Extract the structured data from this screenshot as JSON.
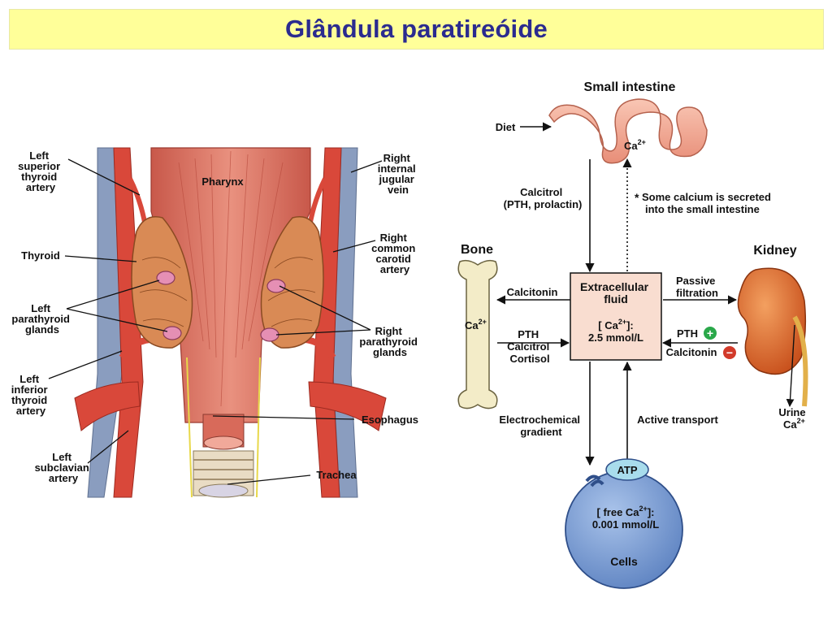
{
  "slide": {
    "title": "Glândula paratireóide"
  },
  "anatomy": {
    "pharynx": "Pharynx",
    "left_superior_thyroid_artery": [
      "Left",
      "superior",
      "thyroid",
      "artery"
    ],
    "thyroid": "Thyroid",
    "left_parathyroid_glands": [
      "Left",
      "parathyroid",
      "glands"
    ],
    "left_inferior_thyroid_artery": [
      "Left",
      "inferior",
      "thyroid",
      "artery"
    ],
    "left_subclavian_artery": [
      "Left",
      "subclavian",
      "artery"
    ],
    "right_internal_jugular_vein": [
      "Right",
      "internal",
      "jugular",
      "vein"
    ],
    "right_common_carotid_artery": [
      "Right",
      "common",
      "carotid",
      "artery"
    ],
    "right_parathyroid_glands": [
      "Right",
      "parathyroid",
      "glands"
    ],
    "esophagus": "Esophagus",
    "trachea": "Trachea"
  },
  "calcium": {
    "small_intestine": "Small intestine",
    "diet": "Diet",
    "ca_intestine": "Ca",
    "ca_charge": "2+",
    "calcitrol_in": [
      "Calcitrol",
      "(PTH, prolactin)"
    ],
    "secretion_note": [
      "Some calcium is secreted",
      "into the small intestine"
    ],
    "asterisk": "*",
    "bone": "Bone",
    "calcitonin_to_bone": "Calcitonin",
    "bone_to_ecf": [
      "PTH",
      "Calcitrol",
      "Cortisol"
    ],
    "ecf_title": [
      "Extracellular",
      "fluid"
    ],
    "ecf_conc_label": "[ Ca",
    "ecf_conc_close": "]:",
    "ecf_conc_value": "2.5 mmol/L",
    "kidney": "Kidney",
    "passive_filtration": [
      "Passive",
      "filtration"
    ],
    "pth": "PTH",
    "calcitonin_kidney": "Calcitonin",
    "urine": "Urine",
    "electrochemical_gradient": [
      "Electrochemical",
      "gradient"
    ],
    "active_transport": "Active transport",
    "atp": "ATP",
    "cells_conc_label": "[ free Ca",
    "cells_conc_close": "]:",
    "cells_conc_value": "0.001 mmol/L",
    "cells": "Cells",
    "plus_sign": "+",
    "minus_sign": "−"
  },
  "colors": {
    "title_bg": "#ffff99",
    "title_text": "#2b2b8f",
    "artery": "#d9483a",
    "vein": "#8a9dbf",
    "thyroid": "#d98a55",
    "parathyroid": "#e58fb4",
    "ecf_box": "#f9ddd0",
    "bone": "#f3ecc8",
    "kidney": "#e06a2a",
    "cell": "#7f9fd1",
    "plus": "#2aa84a",
    "minus": "#d23a2a"
  }
}
